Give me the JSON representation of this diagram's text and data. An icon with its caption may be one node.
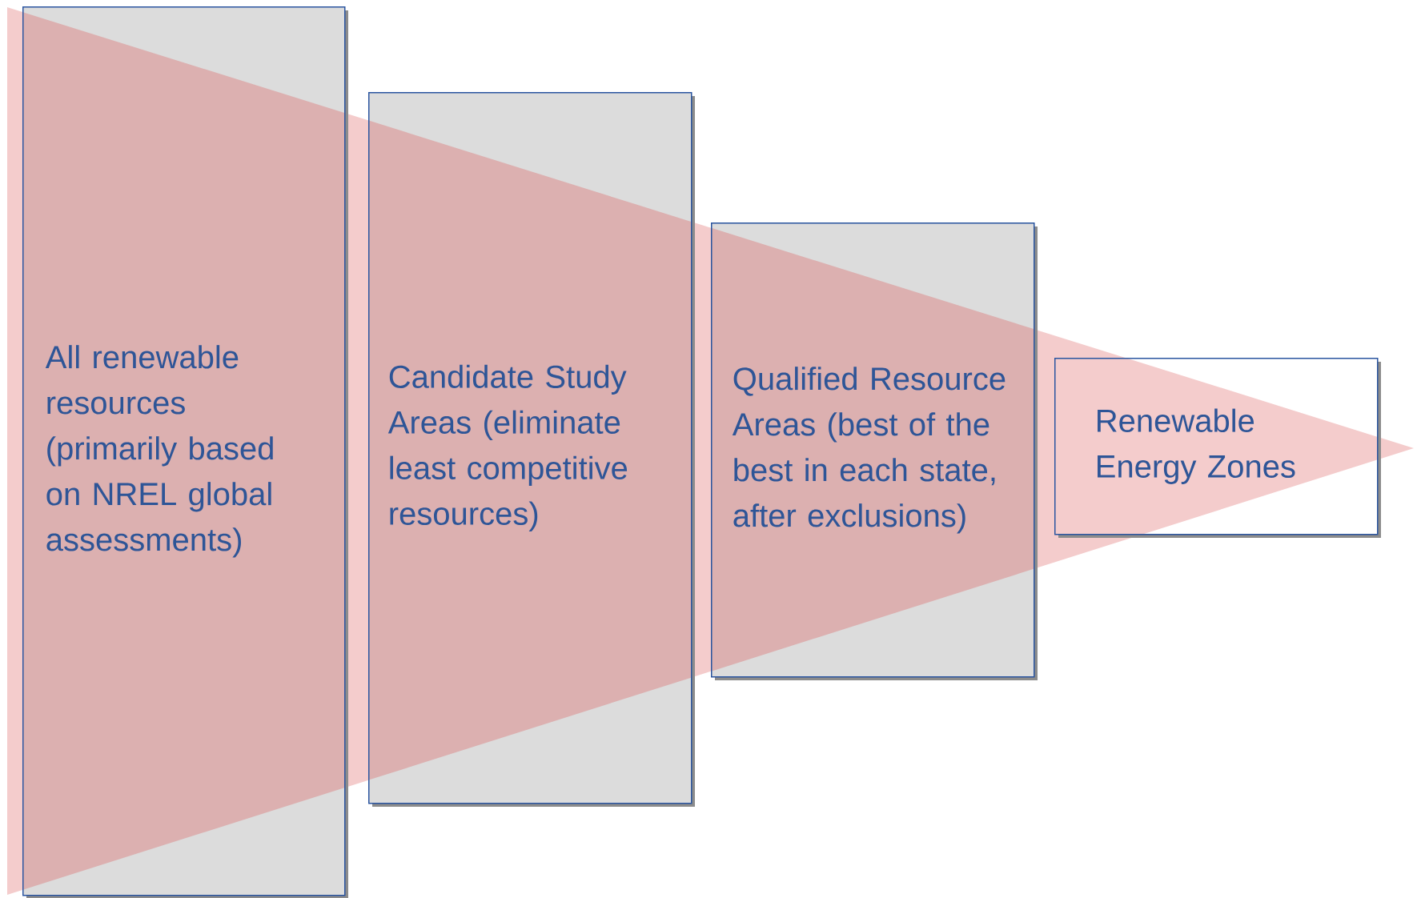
{
  "diagram": {
    "nodes": [
      {
        "text": [
          "All renewable resources (primarily based on NREL global assessments)"
        ]
      },
      {
        "text": [
          "Candidate Study Areas (eliminate least competitive resources)"
        ]
      },
      {
        "text": [
          "Qualified Resource Areas (best of the best in each state, after exclusions)"
        ]
      },
      {
        "text": [
          "Renewable Energy Zones"
        ]
      }
    ]
  }
}
